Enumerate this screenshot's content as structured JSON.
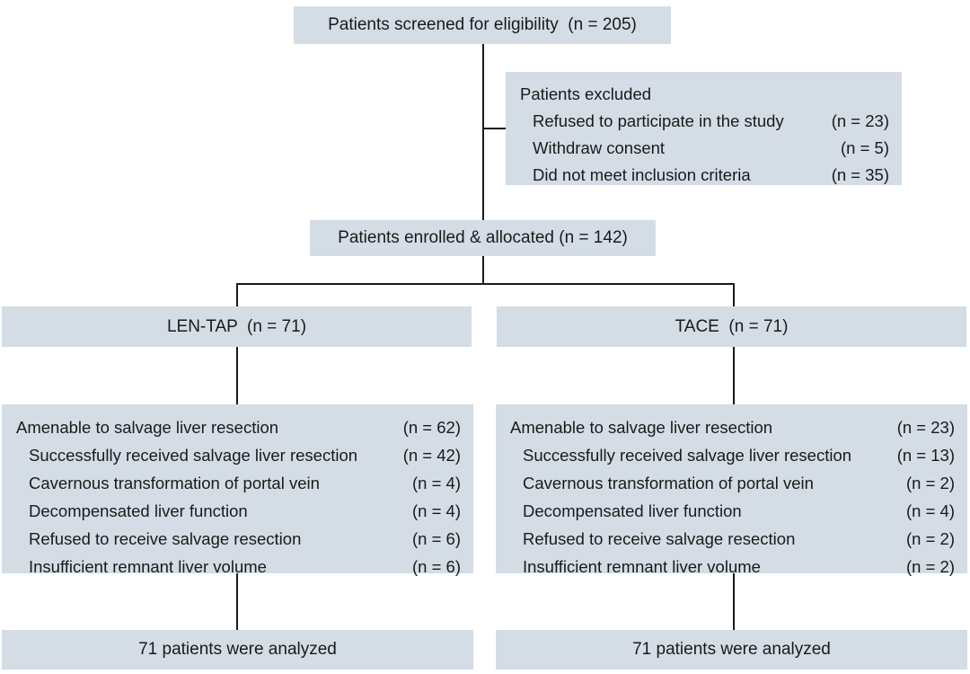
{
  "diagram": {
    "type": "consort-flow-diagram",
    "colors": {
      "box_fill": "#d4dde5",
      "line": "#1a1a1a",
      "text": "#1a1a1a",
      "background": "#ffffff"
    },
    "screened": {
      "label": "Patients screened for eligibility",
      "count": "(n = 205)",
      "text": "Patients screened for eligibility  (n = 205)"
    },
    "excluded": {
      "heading": "Patients excluded",
      "reasons": [
        {
          "label": "Refused to participate in the study",
          "count": "(n = 23)"
        },
        {
          "label": "Withdraw consent",
          "count": "(n = 5)"
        },
        {
          "label": "Did not meet inclusion criteria",
          "count": "(n = 35)"
        }
      ]
    },
    "enrolled": {
      "text": "Patients enrolled & allocated (n = 142)"
    },
    "arms": [
      {
        "name": "LEN-TAP",
        "header_text": "LEN-TAP  (n = 71)",
        "count": "(n = 71)",
        "details": [
          {
            "label": "Amenable to salvage liver resection",
            "count": "(n = 62)",
            "indent": false
          },
          {
            "label": "Successfully received salvage liver resection",
            "count": "(n = 42)",
            "indent": true
          },
          {
            "label": "Cavernous transformation of portal vein",
            "count": "(n = 4)",
            "indent": true
          },
          {
            "label": "Decompensated liver function",
            "count": "(n = 4)",
            "indent": true
          },
          {
            "label": "Refused to receive salvage resection",
            "count": "(n = 6)",
            "indent": true
          },
          {
            "label": "Insufficient remnant liver volume",
            "count": "(n = 6)",
            "indent": true
          }
        ],
        "analyzed": "71 patients were analyzed"
      },
      {
        "name": "TACE",
        "header_text": "TACE  (n = 71)",
        "count": "(n = 71)",
        "details": [
          {
            "label": "Amenable to salvage liver resection",
            "count": "(n = 23)",
            "indent": false
          },
          {
            "label": "Successfully received salvage liver resection",
            "count": "(n = 13)",
            "indent": true
          },
          {
            "label": "Cavernous transformation of portal vein",
            "count": "(n = 2)",
            "indent": true
          },
          {
            "label": "Decompensated liver function",
            "count": "(n = 4)",
            "indent": true
          },
          {
            "label": "Refused to receive salvage resection",
            "count": "(n = 2)",
            "indent": true
          },
          {
            "label": "Insufficient remnant liver volume",
            "count": "(n = 2)",
            "indent": true
          }
        ],
        "analyzed": "71 patients were analyzed"
      }
    ]
  }
}
